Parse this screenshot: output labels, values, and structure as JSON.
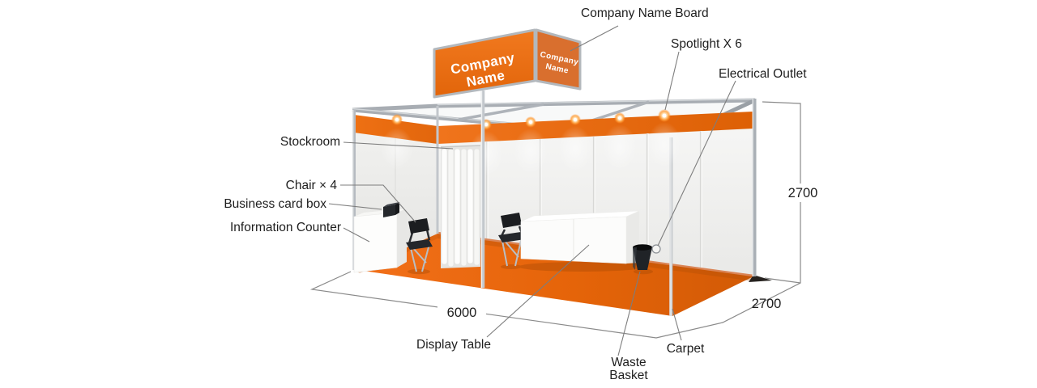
{
  "diagram": {
    "type": "exhibition-booth-plan",
    "board": {
      "front_line1": "Company",
      "front_line2": "Name",
      "side_line1": "Company",
      "side_line2": "Name"
    },
    "labels": {
      "company_name_board": "Company Name Board",
      "spotlight": "Spotlight X 6",
      "electrical_outlet": "Electrical Outlet",
      "stockroom": "Stockroom",
      "chair": "Chair × 4",
      "business_card_box": "Business card box",
      "information_counter": "Information Counter",
      "display_table": "Display Table",
      "waste_basket_line1": "Waste",
      "waste_basket_line2": "Basket",
      "carpet": "Carpet"
    },
    "dimensions": {
      "width_mm": "6000",
      "depth_mm": "2700",
      "height_mm": "2700"
    },
    "counts": {
      "spotlights": 6,
      "chairs": 4
    },
    "colors": {
      "booth_orange": "#E8650F",
      "fascia_orange": "#EE7316",
      "carpet_orange": "#E0630C",
      "frame_silver": "#A8ADB3",
      "wall_white": "#F3F3F1",
      "label_text": "#1E1E1E",
      "leader_line": "#7D7D7D"
    }
  }
}
